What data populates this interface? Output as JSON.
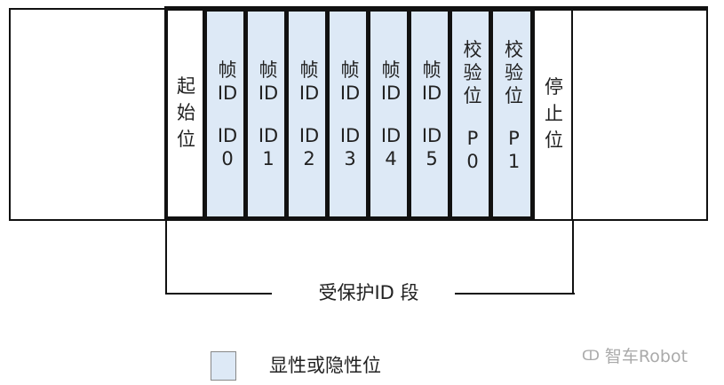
{
  "diagram": {
    "start_bit": [
      "起",
      "始",
      "位"
    ],
    "stop_bit": [
      "停",
      "止",
      "位"
    ],
    "cells": [
      {
        "top": [
          "帧",
          "ID"
        ],
        "bottom": [
          "ID",
          "0"
        ]
      },
      {
        "top": [
          "帧",
          "ID"
        ],
        "bottom": [
          "ID",
          "1"
        ]
      },
      {
        "top": [
          "帧",
          "ID"
        ],
        "bottom": [
          "ID",
          "2"
        ]
      },
      {
        "top": [
          "帧",
          "ID"
        ],
        "bottom": [
          "ID",
          "3"
        ]
      },
      {
        "top": [
          "帧",
          "ID"
        ],
        "bottom": [
          "ID",
          "4"
        ]
      },
      {
        "top": [
          "帧",
          "ID"
        ],
        "bottom": [
          "ID",
          "5"
        ]
      },
      {
        "top": [
          "校",
          "验",
          "位"
        ],
        "bottom": [
          "P",
          "0"
        ]
      },
      {
        "top": [
          "校",
          "验",
          "位"
        ],
        "bottom": [
          "P",
          "1"
        ]
      }
    ],
    "bracket_label": "受保护ID 段",
    "legend_label": "显性或隐性位",
    "watermark": "智车Robot",
    "colors": {
      "bit_fill": "#dde9f6",
      "line": "#111111"
    }
  }
}
